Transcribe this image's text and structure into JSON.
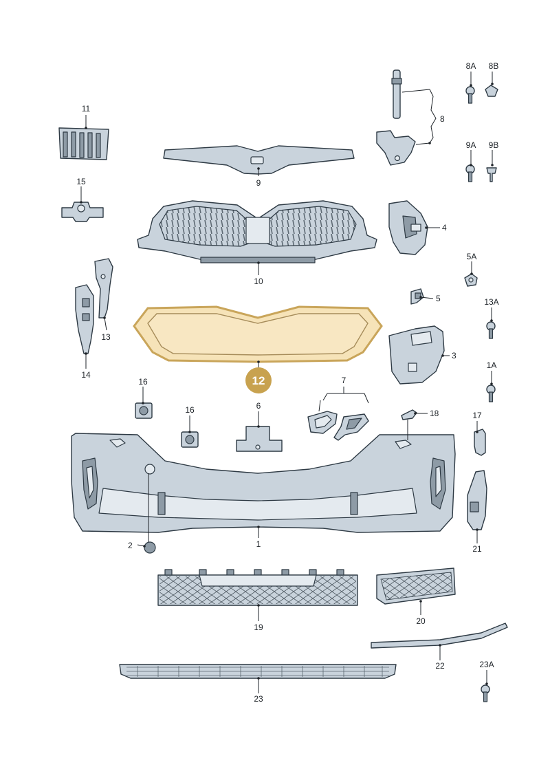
{
  "labels": {
    "l1": "1",
    "l2": "2",
    "l3": "3",
    "l4": "4",
    "l5": "5",
    "l5a": "5A",
    "l6": "6",
    "l7": "7",
    "l8": "8",
    "l8a": "8A",
    "l8b": "8B",
    "l9": "9",
    "l9a": "9A",
    "l9b": "9B",
    "l10": "10",
    "l11": "11",
    "l13": "13",
    "l13a": "13A",
    "l14": "14",
    "l15": "15",
    "l16a": "16",
    "l16b": "16",
    "l17": "17",
    "l18": "18",
    "l19": "19",
    "l1a": "1A",
    "l20": "20",
    "l21": "21",
    "l22": "22",
    "l23": "23",
    "l23a": "23A"
  },
  "highlight": {
    "label": "12"
  }
}
